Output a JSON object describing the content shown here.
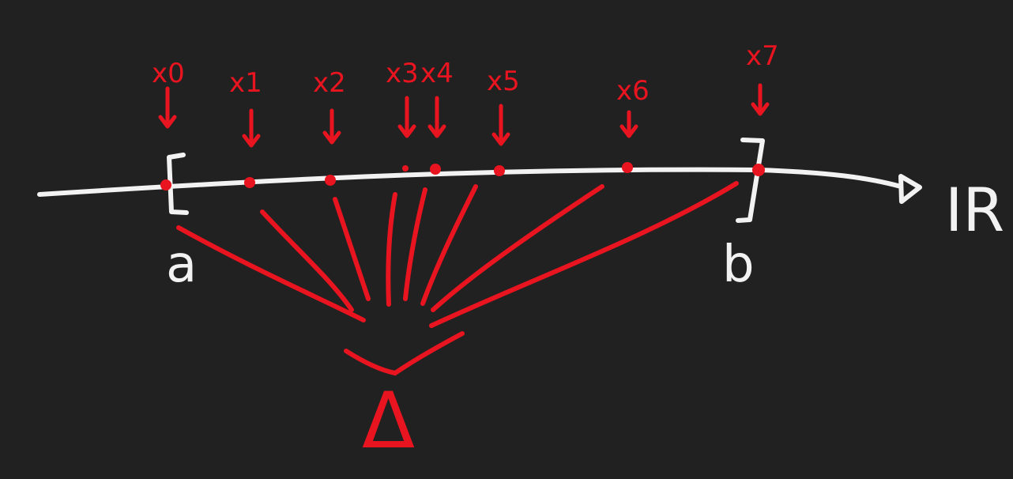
{
  "colors": {
    "background": "#222121",
    "line": "#f2f2f2",
    "accent": "#e8141f"
  },
  "axis": {
    "label": "IR"
  },
  "interval": {
    "start_label": "a",
    "end_label": "b"
  },
  "points": [
    {
      "label": "x0"
    },
    {
      "label": "x1"
    },
    {
      "label": "x2"
    },
    {
      "label": "x3"
    },
    {
      "label": "x4"
    },
    {
      "label": "x5"
    },
    {
      "label": "x6"
    },
    {
      "label": "x7"
    }
  ],
  "partition": {
    "symbol": "Δ"
  }
}
